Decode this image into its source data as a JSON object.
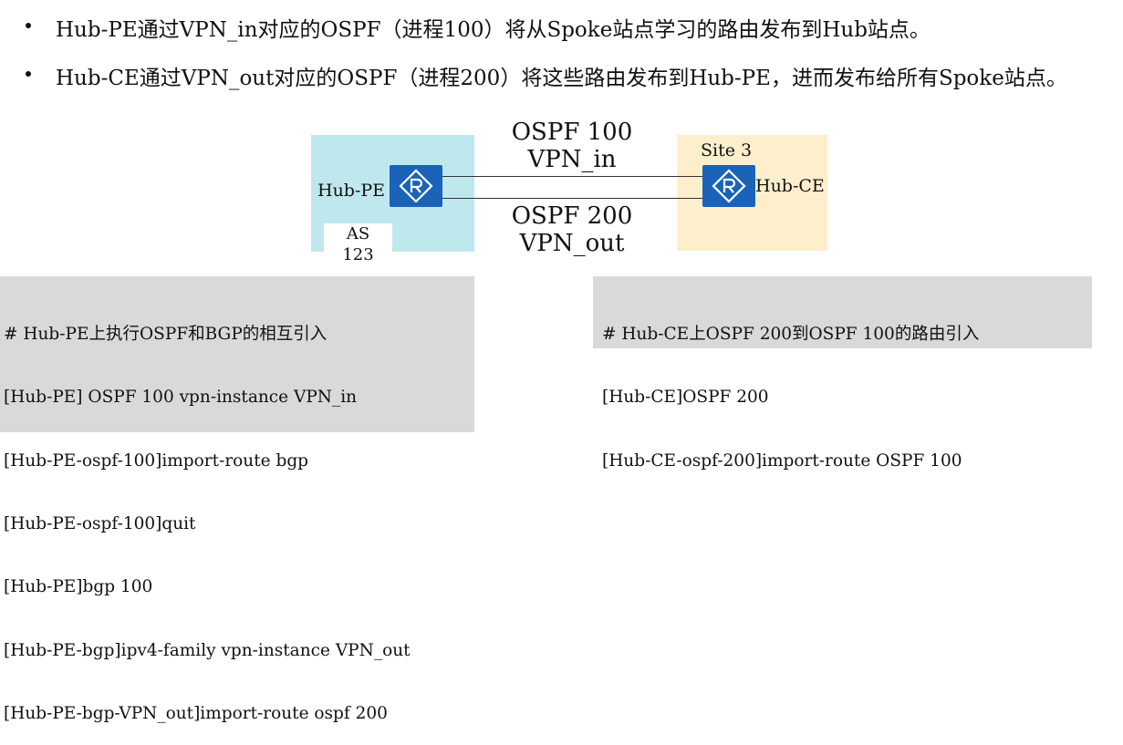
{
  "bullets": [
    "Hub-PE通过VPN_in对应的OSPF（进程100）将从Spoke站点学习的路由发布到Hub站点。",
    "Hub-CE通过VPN_out对应的OSPF（进程200）将这些路由发布到Hub-PE，进而发布给所有Spoke站点。"
  ],
  "diagram": {
    "hub_pe_label": "Hub-PE",
    "hub_ce_label": "Hub-CE",
    "site_label": "Site 3",
    "as_line1": "AS",
    "as_line2": "123",
    "top_link_line1": "OSPF 100",
    "top_link_line2": "VPN_in",
    "bottom_link_line1": "OSPF 200",
    "bottom_link_line2": "VPN_out",
    "router_icon": "router-icon",
    "colors": {
      "hub_pe_site": "#bfe8ee",
      "hub_ce_site": "#fdefcc",
      "router": "#1a63b8",
      "code_box": "#d9d9d9"
    }
  },
  "config_left": [
    "# Hub-PE上执行OSPF和BGP的相互引入",
    "[Hub-PE] OSPF 100 vpn-instance VPN_in",
    "[Hub-PE-ospf-100]import-route bgp",
    "[Hub-PE-ospf-100]quit",
    "[Hub-PE]bgp 100",
    "[Hub-PE-bgp]ipv4-family vpn-instance VPN_out",
    "[Hub-PE-bgp-VPN_out]import-route ospf 200"
  ],
  "config_right": [
    "# Hub-CE上OSPF 200到OSPF 100的路由引入",
    "[Hub-CE]OSPF 200",
    "[Hub-CE-ospf-200]import-route OSPF 100"
  ]
}
